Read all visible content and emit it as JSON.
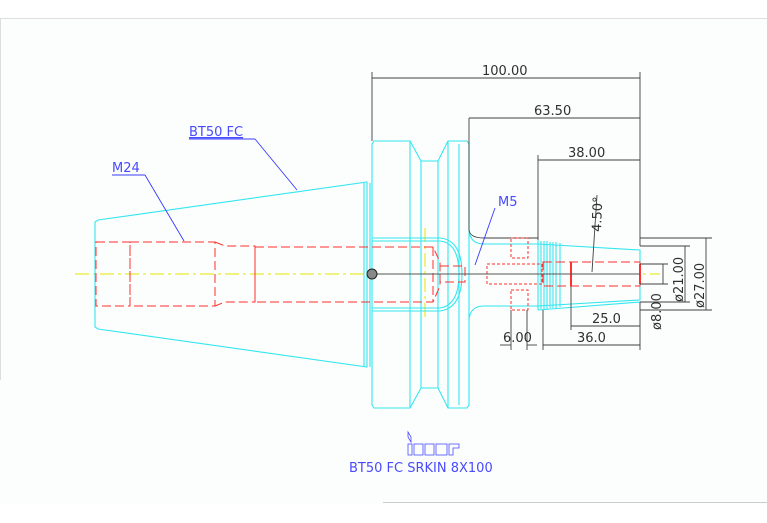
{
  "drawing": {
    "title": "BT50 FC SRKIN 8X100",
    "logo_text": "iscar",
    "labels": {
      "taper": "BT50 FC",
      "thread_rear": "M24",
      "thread_screw": "M5"
    },
    "dimensions": {
      "overall_length": "100.00",
      "gauge_length": "63.50",
      "nose_length": "38.00",
      "angle": "4.50°",
      "dia_21": "ø21.00",
      "dia_27": "ø27.00",
      "dia_8": "ø8.00",
      "bore_depth": "25.0",
      "nose_36": "36.0",
      "screw_pos": "6.00"
    },
    "colors": {
      "outline": "#33e6f0",
      "hidden": "#ff3030",
      "centerline": "#e6e600",
      "dimension": "#404040",
      "annotation": "#4a4aff"
    }
  }
}
